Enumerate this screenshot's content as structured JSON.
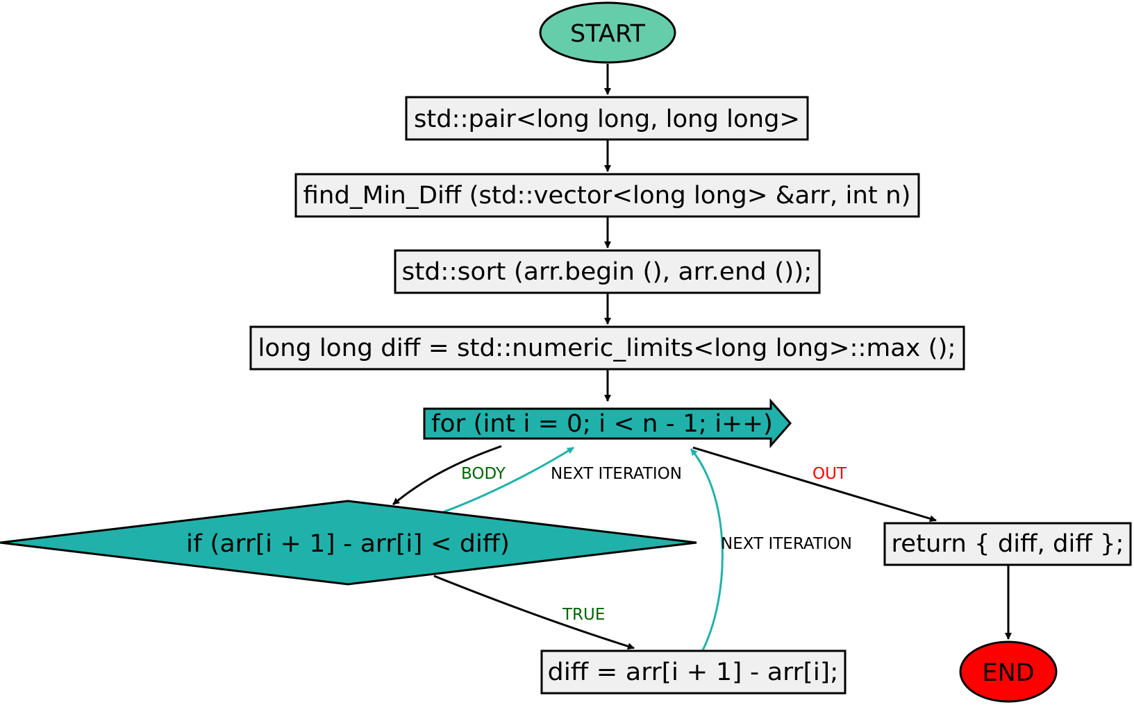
{
  "colors": {
    "start_fill": "#66cdaa",
    "end_fill": "#ff0000",
    "process_fill": "#f0f0f0",
    "loop_fill": "#20b2aa",
    "decision_fill": "#20b2aa",
    "edge_default": "#000000",
    "edge_next_iteration": "#20b2aa",
    "label_green": "#006400",
    "label_red": "#ff0000",
    "label_black": "#000000"
  },
  "nodes": {
    "start": "START",
    "signature_return": "std::pair<long long, long long>",
    "signature_name": "find_Min_Diff (std::vector<long long> &arr, int n)",
    "sort_stmt": "std::sort (arr.begin (), arr.end ());",
    "diff_init": "long long diff = std::numeric_limits<long long>::max ();",
    "for_loop": "for (int i = 0; i < n - 1; i++)",
    "if_cond": "if (arr[i + 1] - arr[i] < diff)",
    "diff_assign": "diff = arr[i + 1] - arr[i];",
    "return_stmt": "return { diff, diff };",
    "end": "END"
  },
  "edge_labels": {
    "body": "BODY",
    "next_iteration_1": "NEXT ITERATION",
    "out": "OUT",
    "next_iteration_2": "NEXT ITERATION",
    "true": "TRUE"
  }
}
